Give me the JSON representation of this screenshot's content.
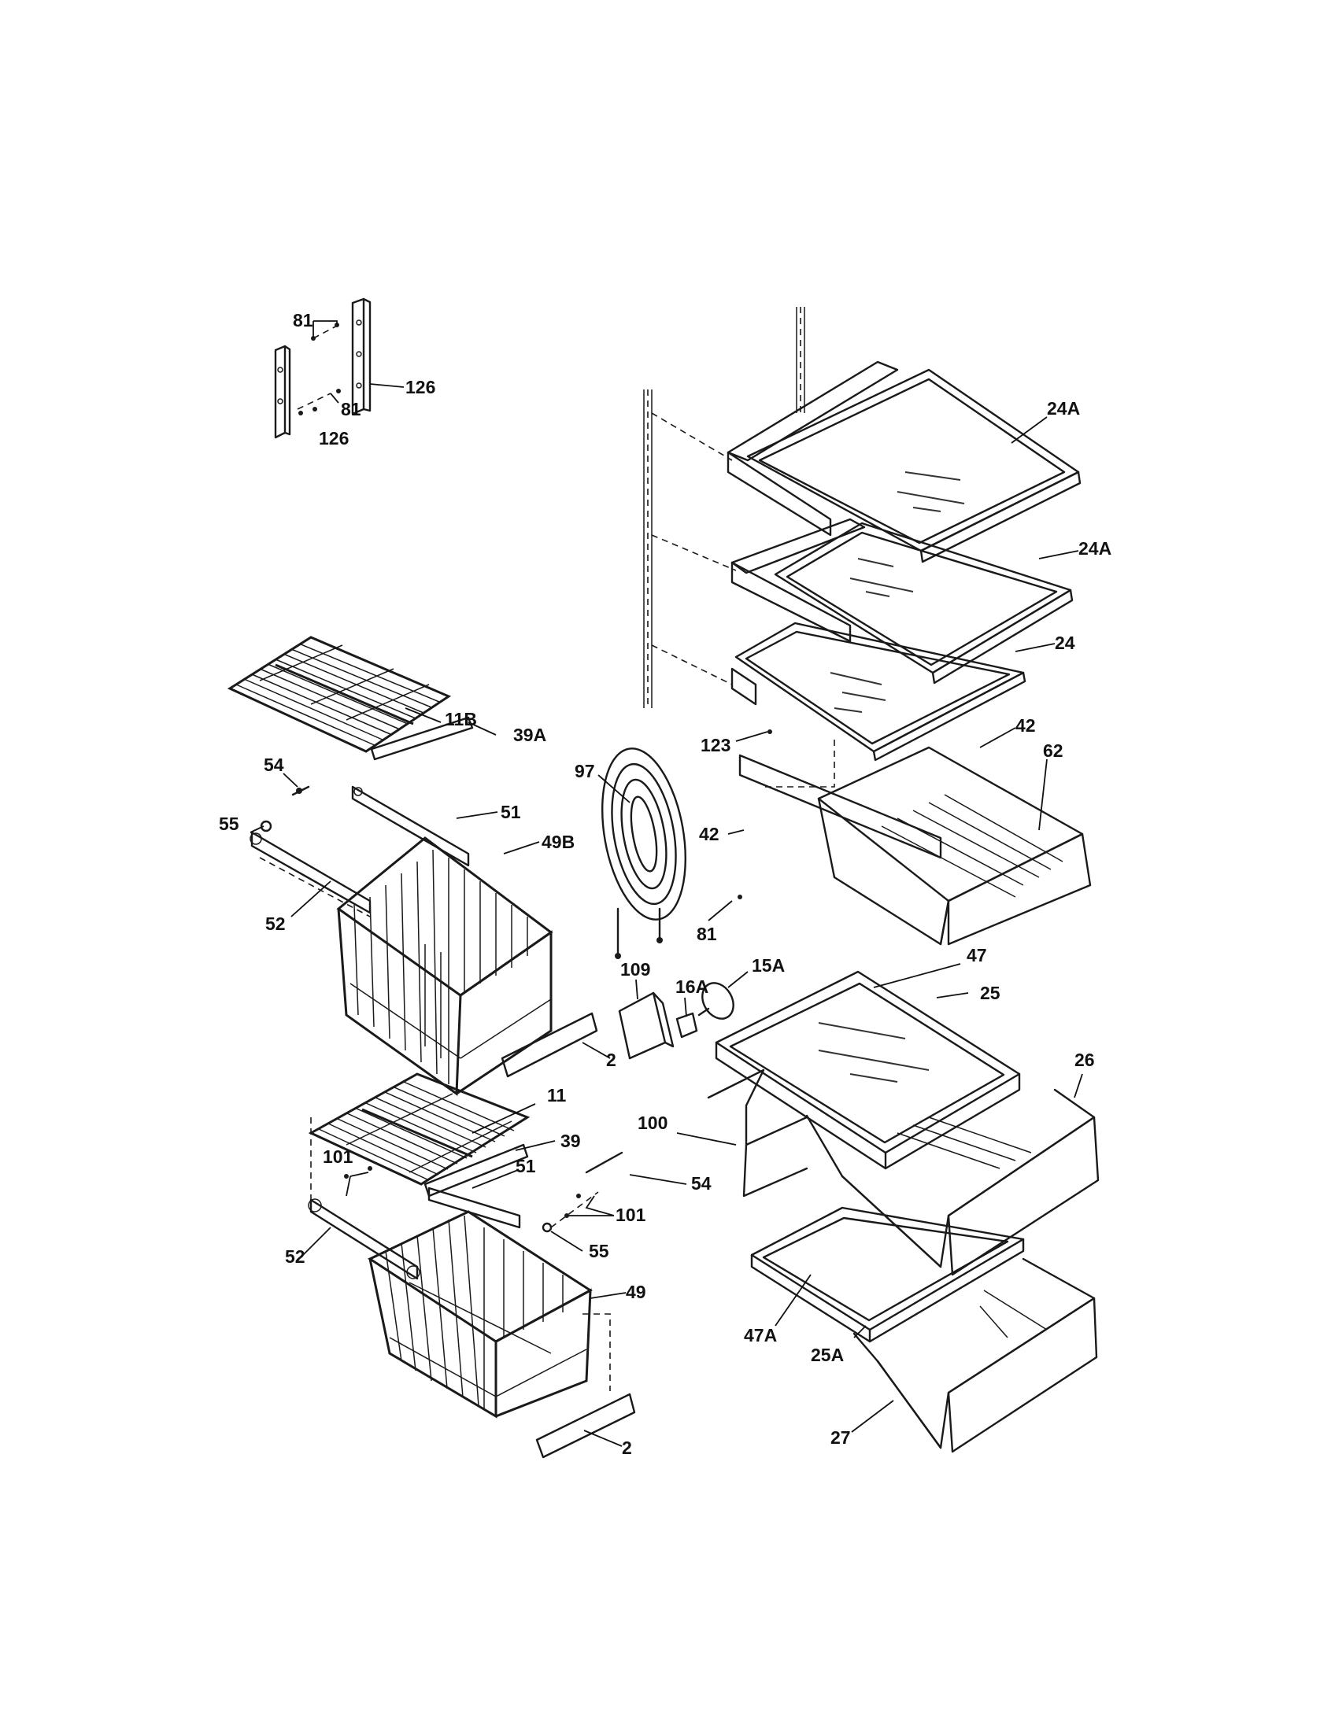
{
  "callouts": {
    "c81a": "81",
    "c126a": "126",
    "c81b": "81",
    "c126b": "126",
    "c24Aa": "24A",
    "c24Ab": "24A",
    "c24": "24",
    "c11B": "11B",
    "c39A": "39A",
    "c123": "123",
    "c42a": "42",
    "c62": "62",
    "c97": "97",
    "c42b": "42",
    "c54a": "54",
    "c55a": "55",
    "c51a": "51",
    "c49B": "49B",
    "c52a": "52",
    "c81c": "81",
    "c109": "109",
    "c16A": "16A",
    "c15A": "15A",
    "c47": "47",
    "c25": "25",
    "c26": "26",
    "c2a": "2",
    "c11": "11",
    "c100": "100",
    "c39": "39",
    "c101a": "101",
    "c51b": "51",
    "c54b": "54",
    "c101b": "101",
    "c55b": "55",
    "c52b": "52",
    "c49": "49",
    "c47A": "47A",
    "c25A": "25A",
    "c2b": "2",
    "c27": "27"
  }
}
